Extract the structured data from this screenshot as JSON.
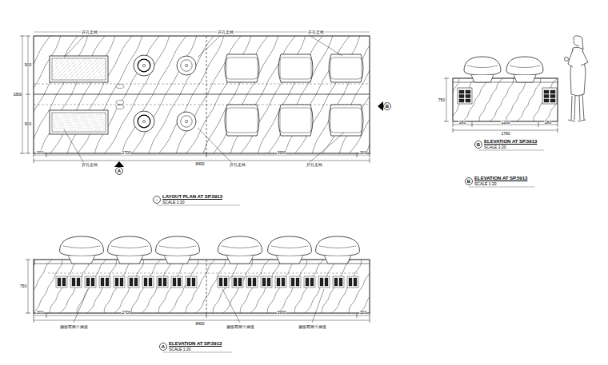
{
  "diagram": {
    "nodes": [
      {
        "text": [
          "-",
          "LAYOUT PLAN AT SP.5913",
          "SCALE 1:20"
        ]
      },
      {
        "text": [
          "A"
        ]
      },
      {
        "text": [
          "B"
        ]
      },
      {
        "text": [
          "B",
          "ELEVATION AT SP.5913",
          "SCALE 1:20"
        ]
      },
      {
        "text": [
          "B",
          "ELEVATION AT SP.5913",
          "SCALE 1:20"
        ]
      },
      {
        "text": [
          "A",
          "ELEVATION AT SP.5913",
          "SCALE 1:20"
        ]
      }
    ],
    "labels": [
      "开孔走线",
      "开孔走线",
      "开孔走线",
      "开孔走线",
      "开孔走线",
      "开孔走线",
      "900",
      "900",
      "1800",
      "300",
      "2700",
      "3900",
      "300",
      "8400",
      "750",
      "280",
      "1200",
      "280",
      "1760",
      "750",
      "300",
      "2700",
      "3900",
      "300",
      "8400",
      "侧面有两个插座",
      "侧面有两个插座",
      "侧面有两个插座"
    ]
  }
}
